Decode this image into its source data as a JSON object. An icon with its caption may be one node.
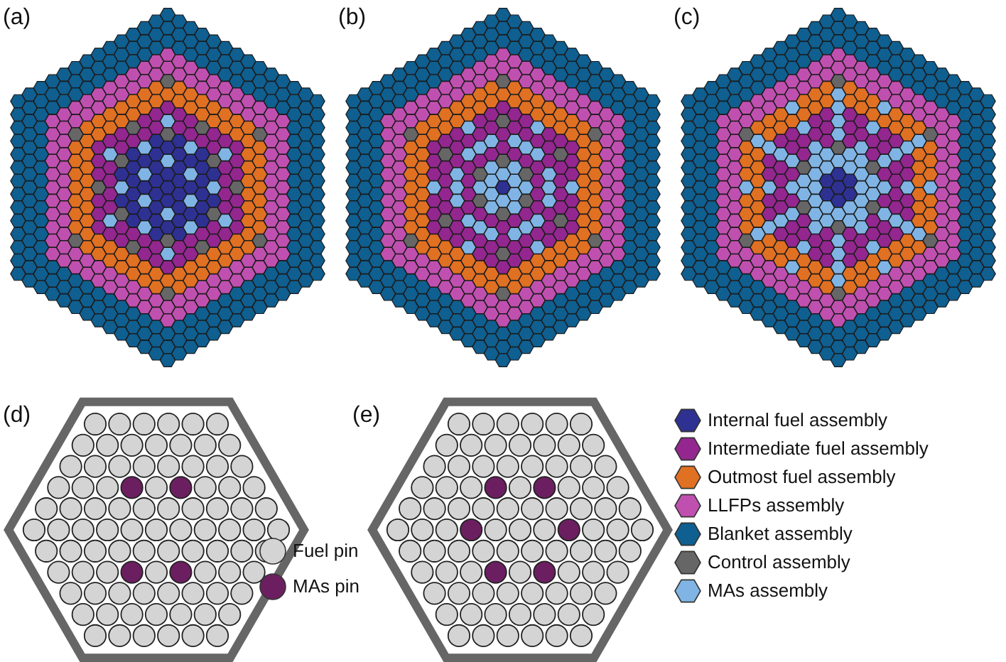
{
  "diagram": {
    "labels": [
      "(a)",
      "(b)",
      "(c)",
      "(d)",
      "(e)"
    ],
    "legend": [
      {
        "text": "Internal fuel assembly",
        "color": "#2e3192"
      },
      {
        "text": "Intermediate fuel assembly",
        "color": "#93278f"
      },
      {
        "text": "Outmost fuel assembly",
        "color": "#e07022"
      },
      {
        "text": "LLFPs assembly",
        "color": "#c050b0"
      },
      {
        "text": "Blanket assembly",
        "color": "#0f5f90"
      },
      {
        "text": "Control assembly",
        "color": "#666666"
      },
      {
        "text": "MAs assembly",
        "color": "#80b4e4"
      },
      {
        "text": "Fuel pin",
        "color": "#d4d4d4"
      },
      {
        "text": "MAs pin",
        "color": "#6b1f60"
      }
    ]
  }
}
